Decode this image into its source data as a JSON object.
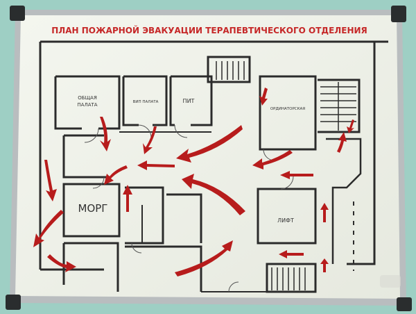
{
  "plan": {
    "title": "ПЛАН ПОЖАРНОЙ ЭВАКУАЦИИ ТЕРАПЕВТИЧЕСКОГО ОТДЕЛЕНИЯ",
    "rooms": {
      "general_ward": [
        "ОБЩАЯ",
        "ПАЛАТА"
      ],
      "vip_ward": "ВИП ПАЛАТА",
      "pit": "ПИТ",
      "staff_room": "ОРДИНАТОРСКАЯ",
      "morgue": "МОРГ",
      "elevator": "ЛИФТ"
    }
  },
  "colors": {
    "wall_background": "#9ecfc4",
    "board_surface": "#f1f3ea",
    "frame": "#b9bdbf",
    "corner_caps": "#2a2d2e",
    "walls": "#2b2b2b",
    "arrows": "#b71c1c",
    "title_text": "#c62828",
    "room_text": "#333333"
  },
  "icons": [
    "red-evacuation-arrow",
    "staircase",
    "door-swing"
  ]
}
